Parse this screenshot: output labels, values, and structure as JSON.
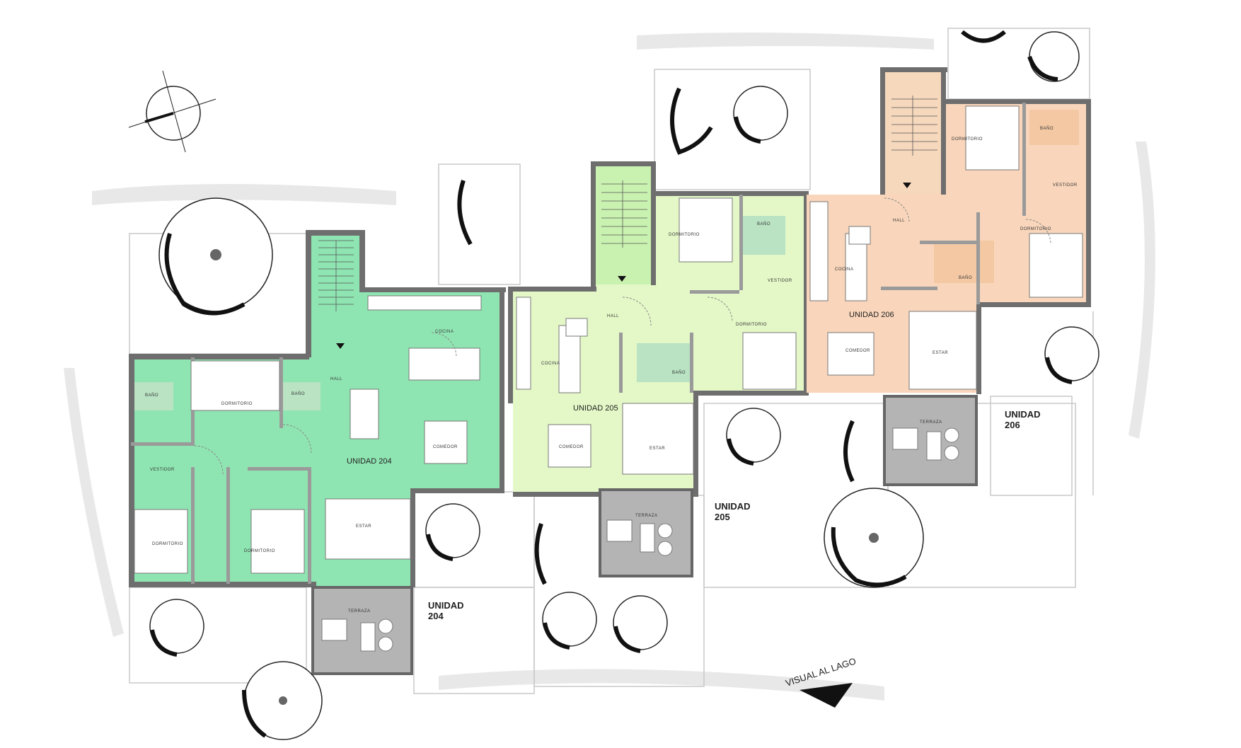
{
  "colors": {
    "unit_204": "#8fe5b2",
    "unit_205": "#e4f8c7",
    "unit_206": "#f9d6bb",
    "stairs_204": "#8fe5b2",
    "stairs_205": "#c9f2b0",
    "stairs_206": "#f6d8bd",
    "bath_tile": "#b9e3c3",
    "terrace": "#b4b4b4"
  },
  "units": {
    "u204": {
      "name": "UNIDAD 204",
      "rooms": {
        "cocina": "COCINA",
        "comedor": "COMEDOR",
        "estar": "ESTAR",
        "dormitorio_a": "DORMITORIO",
        "dormitorio_b": "DORMITORIO",
        "dormitorio_c": "DORMITORIO",
        "bano_a": "BAÑO",
        "bano_b": "BAÑO",
        "vestidor": "VESTIDOR",
        "hall": "HALL",
        "terraza": "TERRAZA"
      },
      "outside_label_line1": "UNIDAD",
      "outside_label_line2": "204"
    },
    "u205": {
      "name": "UNIDAD 205",
      "rooms": {
        "cocina": "COCINA",
        "comedor": "COMEDOR",
        "estar": "ESTAR",
        "dormitorio_a": "DORMITORIO",
        "dormitorio_b": "DORMITORIO",
        "bano_a": "BAÑO",
        "bano_b": "BAÑO",
        "vestidor": "VESTIDOR",
        "hall": "HALL",
        "terraza": "TERRAZA"
      },
      "outside_label_line1": "UNIDAD",
      "outside_label_line2": "205"
    },
    "u206": {
      "name": "UNIDAD 206",
      "rooms": {
        "cocina": "COCINA",
        "comedor": "COMEDOR",
        "estar": "ESTAR",
        "dormitorio_a": "DORMITORIO",
        "dormitorio_b": "DORMITORIO",
        "bano_a": "BAÑO",
        "bano_b": "BAÑO",
        "vestidor": "VESTIDOR",
        "hall": "HALL",
        "terraza": "TERRAZA"
      },
      "outside_label_line1": "UNIDAD",
      "outside_label_line2": "206"
    }
  },
  "view_label": "VISUAL AL LAGO",
  "icons": {
    "north": "compass-icon",
    "view": "view-arrow-icon",
    "tree": "tree-icon",
    "stairs": "stairs-icon"
  }
}
